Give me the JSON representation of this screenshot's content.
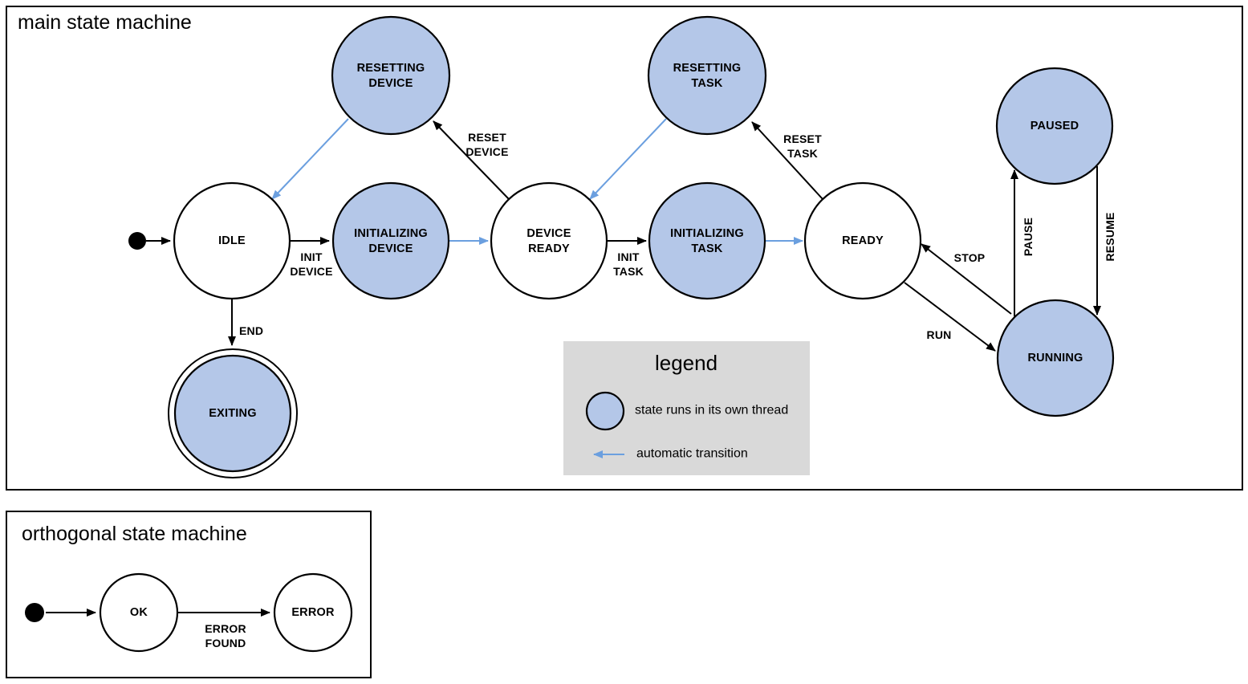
{
  "colors": {
    "threaded_state_fill": "#b4c7e8",
    "automatic_transition": "#6b9fdf",
    "legend_background": "#d9d9d9",
    "stroke": "#000000"
  },
  "main_machine": {
    "title": "main state machine",
    "states": {
      "idle": {
        "label": [
          "IDLE"
        ],
        "threaded": false,
        "kind": "normal"
      },
      "resetting_device": {
        "label": [
          "RESETTING",
          "DEVICE"
        ],
        "threaded": true,
        "kind": "normal"
      },
      "initializing_device": {
        "label": [
          "INITIALIZING",
          "DEVICE"
        ],
        "threaded": true,
        "kind": "normal"
      },
      "device_ready": {
        "label": [
          "DEVICE",
          "READY"
        ],
        "threaded": false,
        "kind": "normal"
      },
      "resetting_task": {
        "label": [
          "RESETTING",
          "TASK"
        ],
        "threaded": true,
        "kind": "normal"
      },
      "initializing_task": {
        "label": [
          "INITIALIZING",
          "TASK"
        ],
        "threaded": true,
        "kind": "normal"
      },
      "ready": {
        "label": [
          "READY"
        ],
        "threaded": false,
        "kind": "normal"
      },
      "paused": {
        "label": [
          "PAUSED"
        ],
        "threaded": true,
        "kind": "normal"
      },
      "running": {
        "label": [
          "RUNNING"
        ],
        "threaded": true,
        "kind": "normal"
      },
      "exiting": {
        "label": [
          "EXITING"
        ],
        "threaded": true,
        "kind": "final"
      }
    },
    "transitions": {
      "start": {
        "from": "initial",
        "to": "idle",
        "label": [],
        "automatic": false
      },
      "init_device": {
        "from": "idle",
        "to": "initializing_device",
        "label": [
          "INIT",
          "DEVICE"
        ],
        "automatic": false
      },
      "initializing_device_done": {
        "from": "initializing_device",
        "to": "device_ready",
        "label": [],
        "automatic": true
      },
      "reset_device": {
        "from": "device_ready",
        "to": "resetting_device",
        "label": [
          "RESET",
          "DEVICE"
        ],
        "automatic": false
      },
      "resetting_device_done": {
        "from": "resetting_device",
        "to": "idle",
        "label": [],
        "automatic": true
      },
      "init_task": {
        "from": "device_ready",
        "to": "initializing_task",
        "label": [
          "INIT",
          "TASK"
        ],
        "automatic": false
      },
      "initializing_task_done": {
        "from": "initializing_task",
        "to": "ready",
        "label": [],
        "automatic": true
      },
      "reset_task": {
        "from": "ready",
        "to": "resetting_task",
        "label": [
          "RESET",
          "TASK"
        ],
        "automatic": false
      },
      "resetting_task_done": {
        "from": "resetting_task",
        "to": "device_ready",
        "label": [],
        "automatic": true
      },
      "run": {
        "from": "ready",
        "to": "running",
        "label": [
          "RUN"
        ],
        "automatic": false
      },
      "stop": {
        "from": "running",
        "to": "ready",
        "label": [
          "STOP"
        ],
        "automatic": false
      },
      "pause": {
        "from": "running",
        "to": "paused",
        "label": [
          "PAUSE"
        ],
        "automatic": false
      },
      "resume": {
        "from": "paused",
        "to": "running",
        "label": [
          "RESUME"
        ],
        "automatic": false
      },
      "end": {
        "from": "idle",
        "to": "exiting",
        "label": [
          "END"
        ],
        "automatic": false
      }
    }
  },
  "legend": {
    "title": "legend",
    "items": [
      {
        "symbol": "threaded-state-circle",
        "text": "state runs in its own thread"
      },
      {
        "symbol": "automatic-transition-arrow",
        "text": "automatic transition"
      }
    ]
  },
  "orthogonal_machine": {
    "title": "orthogonal state machine",
    "states": {
      "ok": {
        "label": [
          "OK"
        ],
        "threaded": false,
        "kind": "normal"
      },
      "error": {
        "label": [
          "ERROR"
        ],
        "threaded": false,
        "kind": "normal"
      }
    },
    "transitions": {
      "start": {
        "from": "initial",
        "to": "ok",
        "label": [],
        "automatic": false
      },
      "error_found": {
        "from": "ok",
        "to": "error",
        "label": [
          "ERROR",
          "FOUND"
        ],
        "automatic": false
      }
    }
  }
}
